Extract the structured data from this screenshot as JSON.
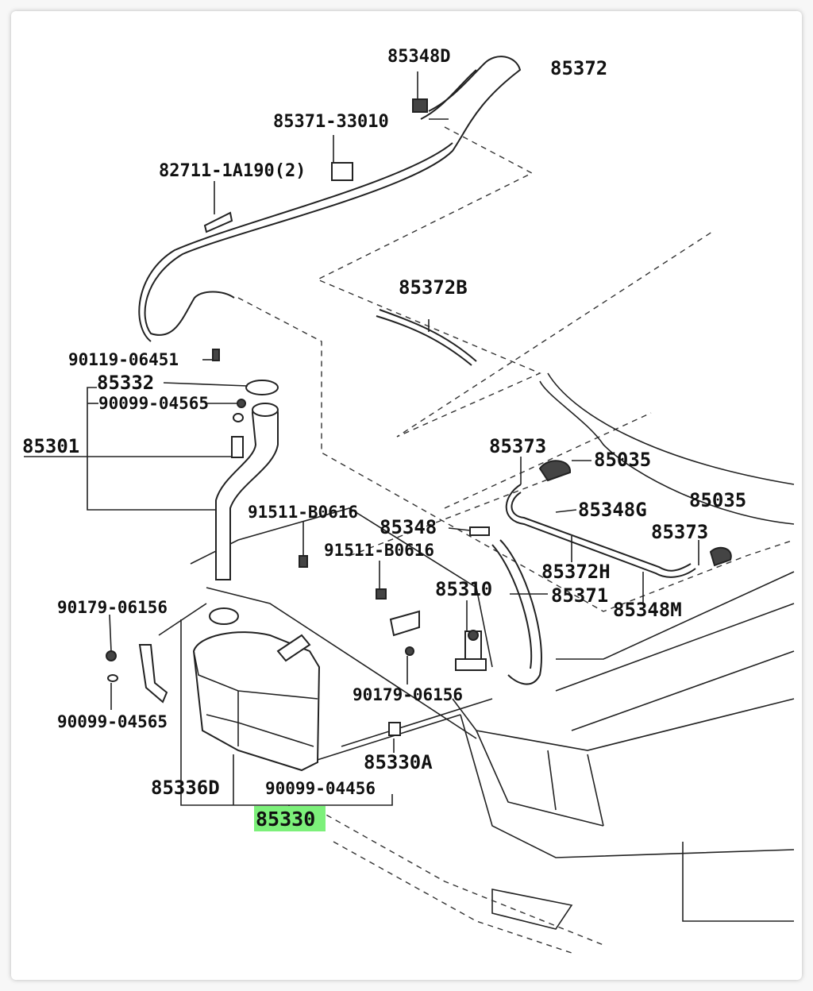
{
  "highlight_color": "#7CF07A",
  "labels": {
    "l85348D": "85348D",
    "l85372": "85372",
    "l85371_33010": "85371-33010",
    "l82711": "82711-1A190(2)",
    "l85372B": "85372B",
    "l90119": "90119-06451",
    "l85332": "85332",
    "l90099_04565_top": "90099-04565",
    "l85301": "85301",
    "l85373_left": "85373",
    "l85035_left": "85035",
    "l85035_right": "85035",
    "l85348G": "85348G",
    "l85373_right": "85373",
    "l91511_a": "91511-B0616",
    "l85348": "85348",
    "l91511_b": "91511-B0616",
    "l85372H": "85372H",
    "l85310": "85310",
    "l85371": "85371",
    "l85348M": "85348M",
    "l90179_left": "90179-06156",
    "l90179_right": "90179-06156",
    "l90099_04565_bottom": "90099-04565",
    "l85330A": "85330A",
    "l85336D": "85336D",
    "l90099_04456": "90099-04456",
    "l85330": "85330"
  }
}
